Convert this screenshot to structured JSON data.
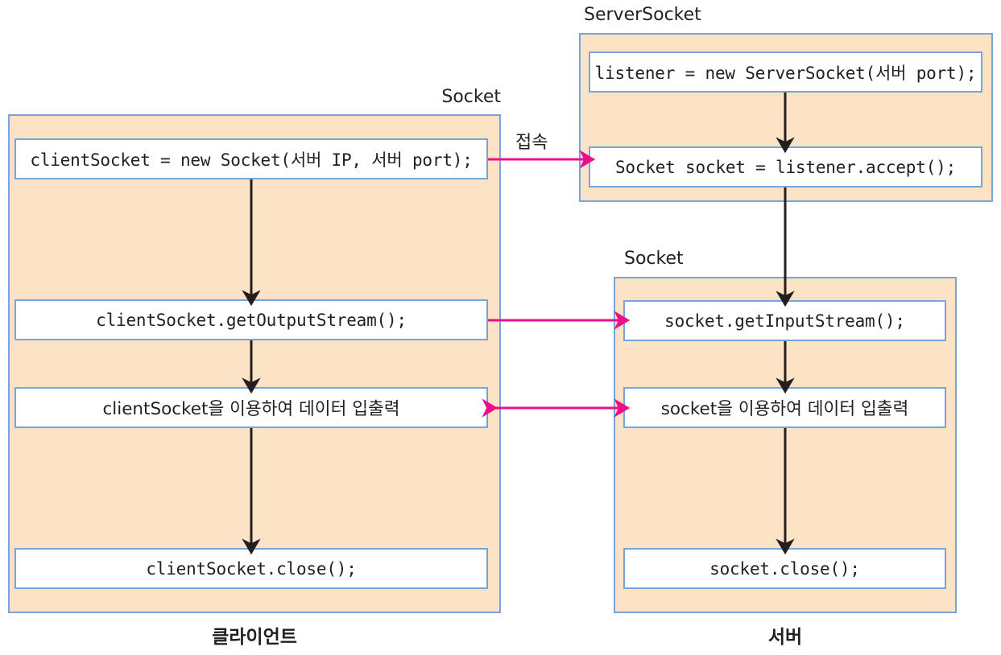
{
  "diagram": {
    "title_client_panel": "Socket",
    "title_server_top_panel": "ServerSocket",
    "title_server_bottom_panel": "Socket",
    "caption_client": "클라이언트",
    "caption_server": "서버",
    "connect_label": "접속",
    "colors": {
      "panel_fill": "#fce3c6",
      "panel_border": "#76a5d8",
      "box_fill": "#ffffff",
      "box_border": "#76a5d8",
      "flow_arrow": "#231f20",
      "link_arrow": "#ec0e8c",
      "text": "#231f20",
      "background": "#ffffff"
    }
  },
  "client": {
    "steps": [
      {
        "code": "clientSocket = new Socket(서버 IP, 서버 port);"
      },
      {
        "code": "clientSocket.getOutputStream();"
      },
      {
        "code": "clientSocket을 이용하여 데이터 입출력"
      },
      {
        "code": "clientSocket.close();"
      }
    ]
  },
  "server": {
    "serversocket_steps": [
      {
        "code": "listener = new ServerSocket(서버 port);"
      },
      {
        "code": "Socket socket = listener.accept();"
      }
    ],
    "socket_steps": [
      {
        "code": "socket.getInputStream();"
      },
      {
        "code": "socket을 이용하여 데이터 입출력"
      },
      {
        "code": "socket.close();"
      }
    ]
  }
}
